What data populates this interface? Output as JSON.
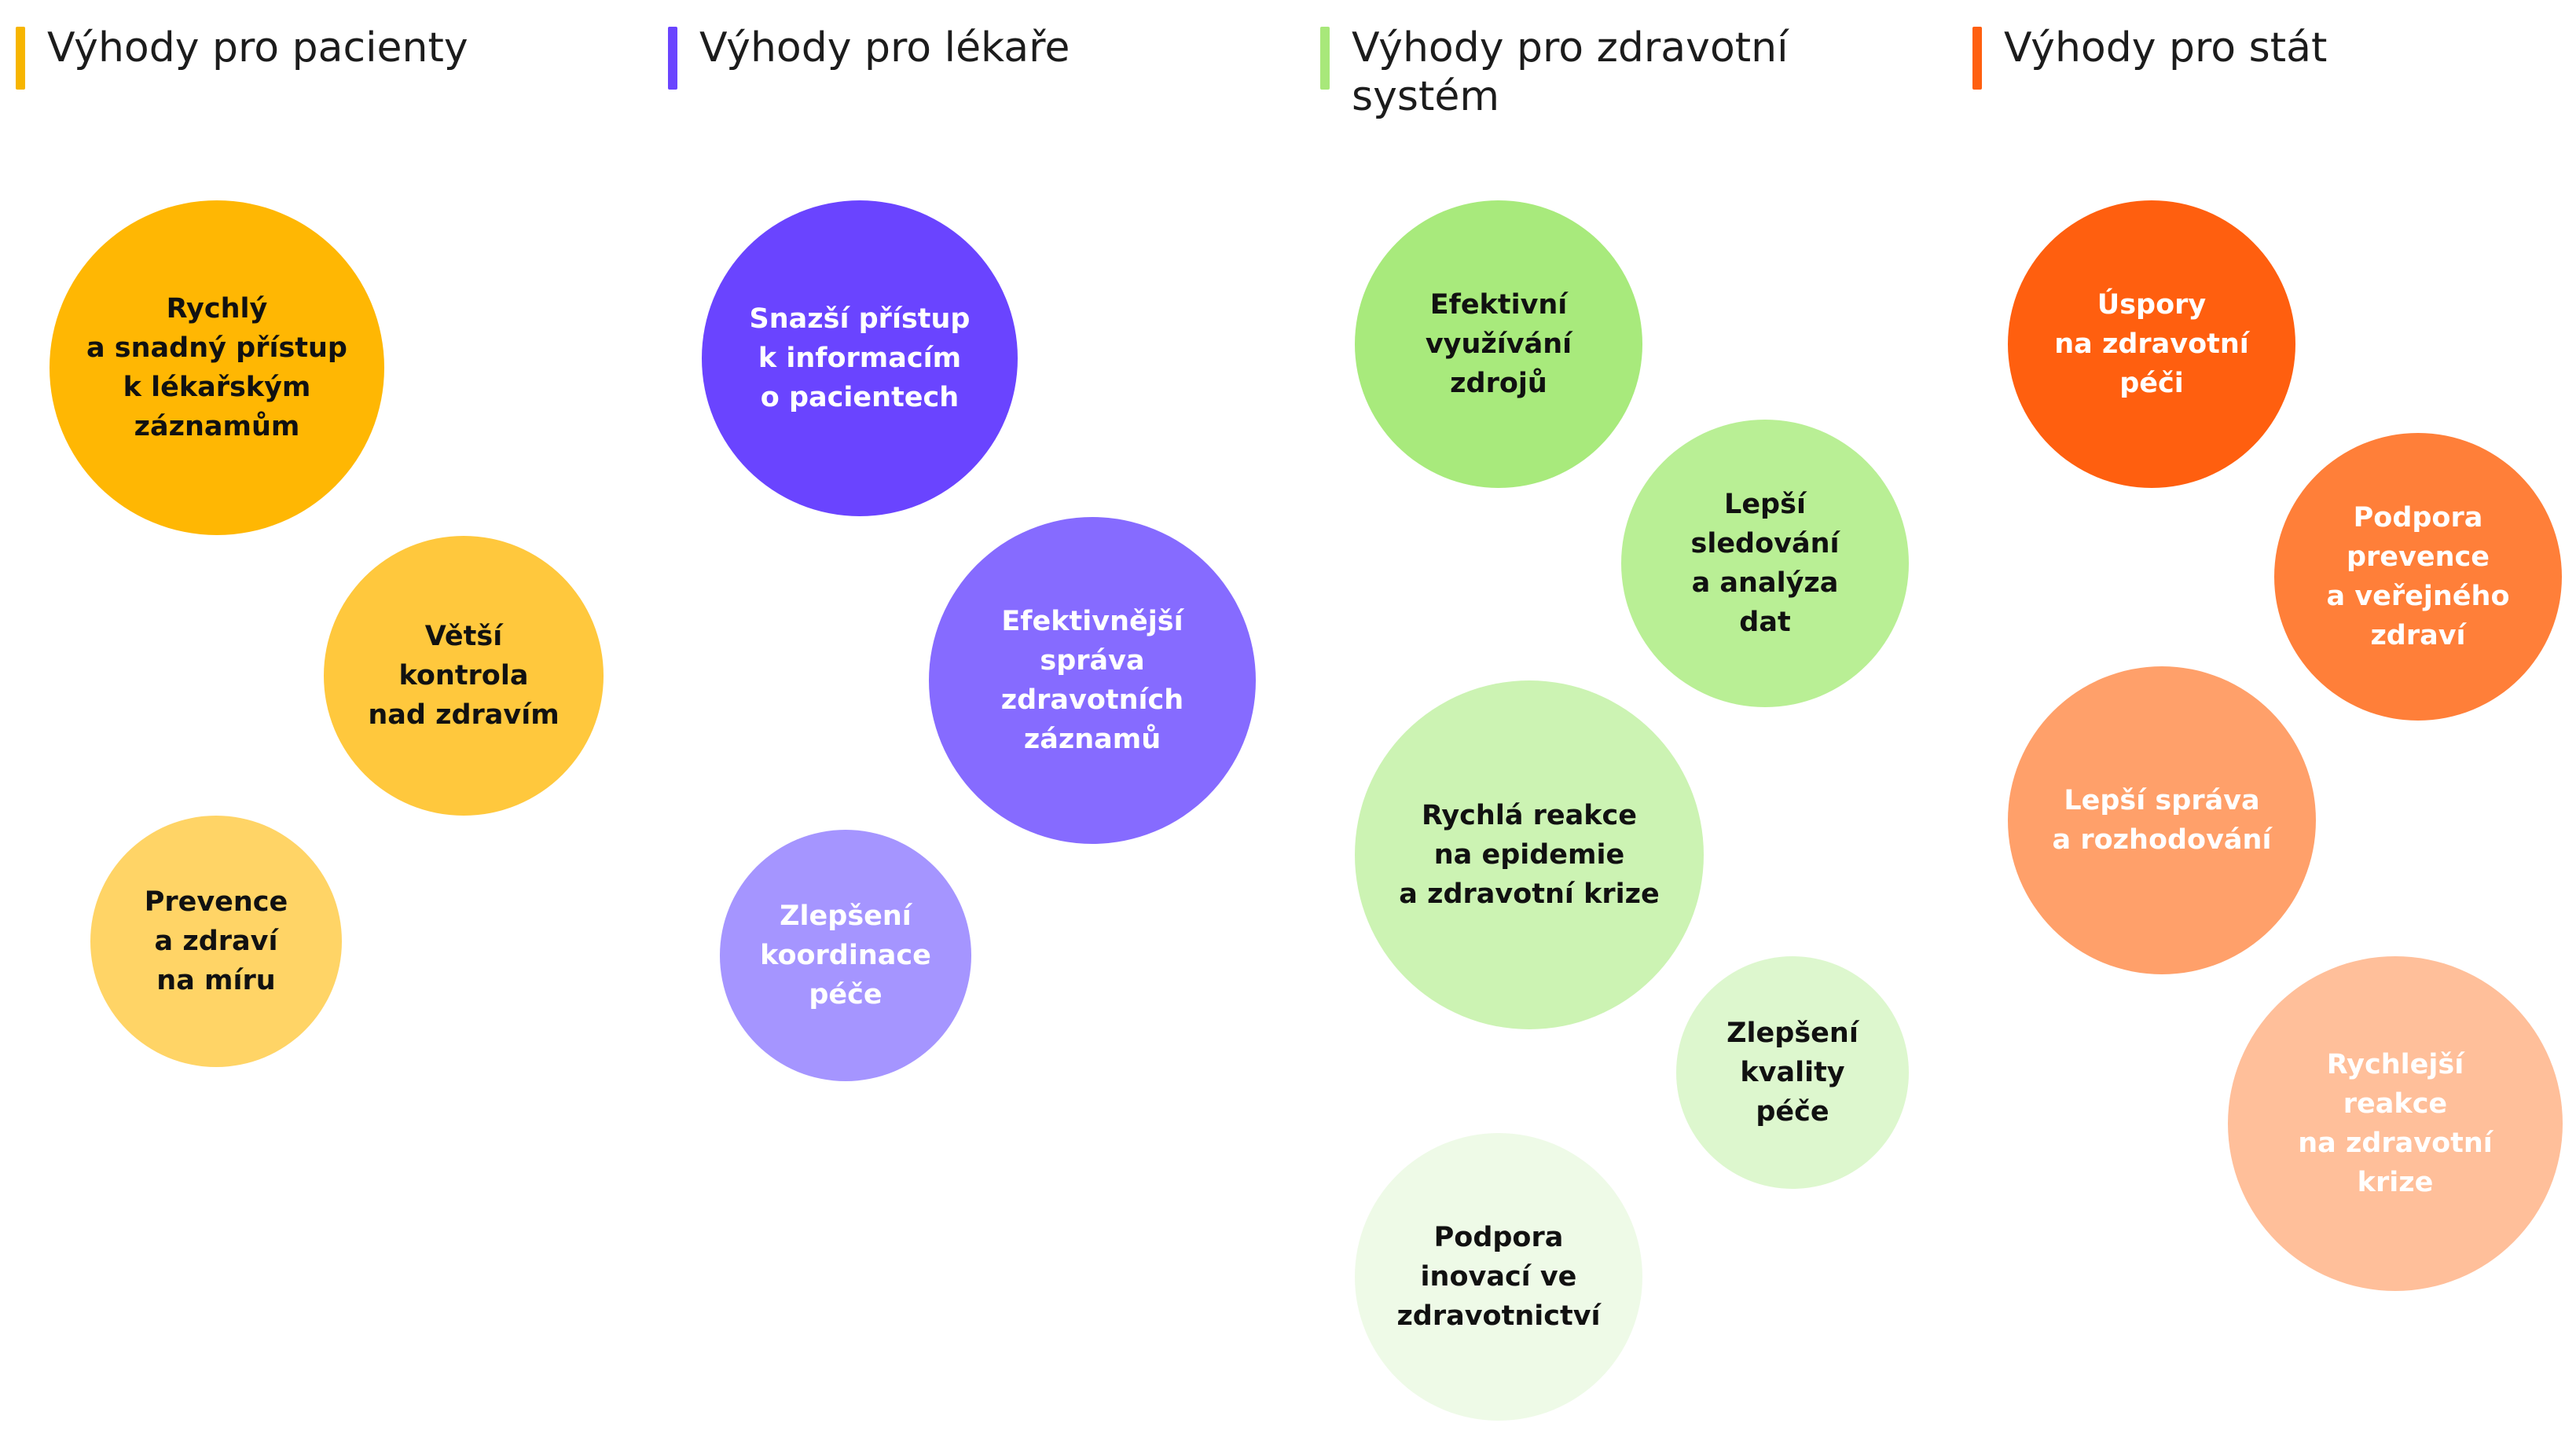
{
  "columns": [
    {
      "title": "Výhody pro pacienty",
      "accent": "#F7B500",
      "items": [
        {
          "label": "Rychlý\na snadný přístup\nk lékařským\nzáznamům",
          "color": "#FFB703",
          "text_color": "#111111"
        },
        {
          "label": "Větší\nkontrola\nnad zdravím",
          "color": "#FFC83D",
          "text_color": "#111111"
        },
        {
          "label": "Prevence\na zdraví\nna míru",
          "color": "#FFD466",
          "text_color": "#111111"
        }
      ]
    },
    {
      "title": "Výhody pro lékaře",
      "accent": "#6A44FF",
      "items": [
        {
          "label": "Snazší přístup\nk informacím\no pacientech",
          "color": "#6A44FF",
          "text_color": "#FFFFFF"
        },
        {
          "label": "Efektivnější\nspráva\nzdravotních\nzáznamů",
          "color": "#866BFF",
          "text_color": "#FFFFFF"
        },
        {
          "label": "Zlepšení\nkoordinace\npéče",
          "color": "#A595FF",
          "text_color": "#FFFFFF"
        }
      ]
    },
    {
      "title": "Výhody pro zdravotní\nsystém",
      "accent": "#A8E87A",
      "items": [
        {
          "label": "Efektivní\nvyužívání\nzdrojů",
          "color": "#A8EA7C",
          "text_color": "#111111"
        },
        {
          "label": "Lepší\nsledování\na analýza\ndat",
          "color": "#B9EF95",
          "text_color": "#111111"
        },
        {
          "label": "Rychlá reakce\nna epidemie\na zdravotní krize",
          "color": "#CCF3B3",
          "text_color": "#111111"
        },
        {
          "label": "Zlepšení\nkvality\npéče",
          "color": "#DDF7CE",
          "text_color": "#111111"
        },
        {
          "label": "Podpora\ninovací ve\nzdravotnictví",
          "color": "#EEFAE7",
          "text_color": "#111111"
        }
      ]
    },
    {
      "title": "Výhody pro stát",
      "accent": "#FF5F0F",
      "items": [
        {
          "label": "Úspory\nna zdravotní\npéči",
          "color": "#FF5F0F",
          "text_color": "#FFFFFF"
        },
        {
          "label": "Podpora\nprevence\na veřejného\nzdraví",
          "color": "#FF7F39",
          "text_color": "#FFFFFF"
        },
        {
          "label": "Lepší správa\na rozhodování",
          "color": "#FFA06A",
          "text_color": "#FFFFFF"
        },
        {
          "label": "Rychlejší\nreakce\nna zdravotní\nkrize",
          "color": "#FFBF9A",
          "text_color": "#FFFFFF"
        }
      ]
    }
  ]
}
